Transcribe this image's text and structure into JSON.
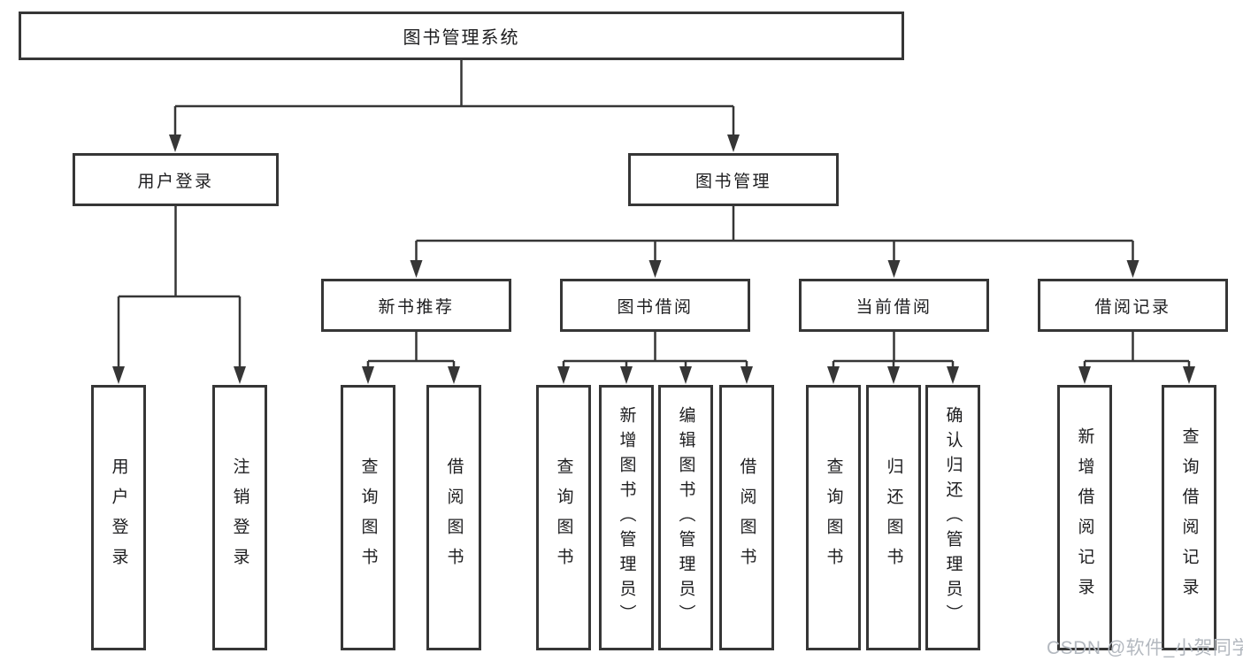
{
  "nodes": {
    "root": {
      "label": "图书管理系统"
    },
    "userLogin": {
      "label": "用户登录"
    },
    "bookMgmt": {
      "label": "图书管理"
    },
    "newBooks": {
      "label": "新书推荐"
    },
    "bookBorrow": {
      "label": "图书借阅"
    },
    "currentBorrow": {
      "label": "当前借阅"
    },
    "borrowRecords": {
      "label": "借阅记录"
    },
    "leafUserLogin": {
      "label": "用户登录"
    },
    "leafLogout": {
      "label": "注销登录"
    },
    "leafQueryBooksA": {
      "label": "查询图书"
    },
    "leafBorrowBooksA": {
      "label": "借阅图书"
    },
    "leafQueryBooksB": {
      "label": "查询图书"
    },
    "leafAddBooks": {
      "label": "新增图书（管理员）"
    },
    "leafEditBooks": {
      "label": "编辑图书（管理员）"
    },
    "leafBorrowBooksB": {
      "label": "借阅图书"
    },
    "leafQueryBooksC": {
      "label": "查询图书"
    },
    "leafReturnBooks": {
      "label": "归还图书"
    },
    "leafConfirmReturn": {
      "label": "确认归还（管理员）"
    },
    "leafAddBorrowRecord": {
      "label": "新增借阅记录"
    },
    "leafQueryBorrowRecord": {
      "label": "查询借阅记录"
    }
  },
  "watermark": "CSDN @软件_小贺同学",
  "colors": {
    "line": "#363636",
    "text": "#1d1d1f",
    "watermark": "#b3b8bf",
    "background": "#ffffff"
  }
}
